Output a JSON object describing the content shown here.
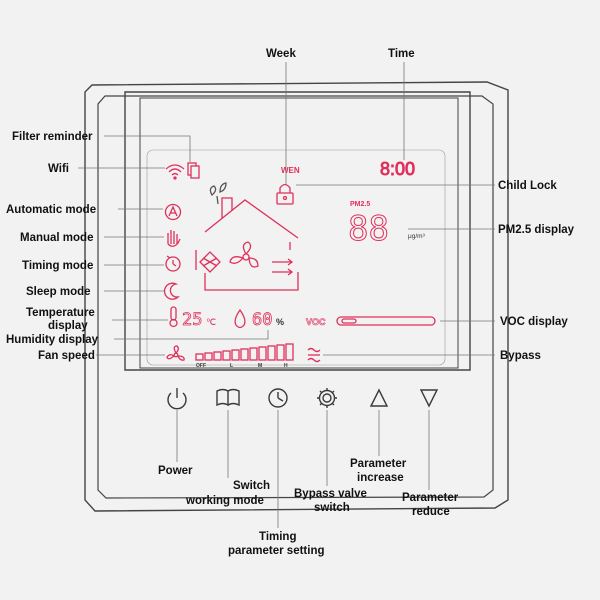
{
  "labels": {
    "week": "Week",
    "time": "Time",
    "filter_reminder": "Filter reminder",
    "wifi": "Wifi",
    "child_lock": "Child Lock",
    "automatic_mode": "Automatic mode",
    "pm25_display": "PM2.5 display",
    "manual_mode": "Manual mode",
    "timing_mode": "Timing mode",
    "sleep_mode": "Sleep mode",
    "temperature_display_1": "Temperature",
    "temperature_display_2": "display",
    "voc_display": "VOC display",
    "humidity_display": "Humidity display",
    "fan_speed": "Fan speed",
    "bypass": "Bypass",
    "power": "Power",
    "switch_mode_1": "Switch",
    "switch_mode_2": "working mode",
    "bypass_valve_1": "Bypass valve",
    "bypass_valve_2": "switch",
    "param_increase_1": "Parameter",
    "param_increase_2": "increase",
    "param_reduce_1": "Parameter",
    "param_reduce_2": "reduce",
    "timing_setting_1": "Timing",
    "timing_setting_2": "parameter setting"
  },
  "lcd": {
    "week": "WEN",
    "time": "8:00",
    "pm25_label": "PM2.5",
    "pm25_value": "88",
    "pm25_unit": "μg/m³",
    "temperature": "25",
    "temp_unit": "℃",
    "humidity": "60",
    "humidity_unit": "%",
    "voc_label": "VOC",
    "fan_off": "OFF",
    "fan_l": "L",
    "fan_m": "M",
    "fan_h": "H"
  },
  "colors": {
    "lcd_accent": "#e0305a",
    "background": "#f2f2f2"
  },
  "icons": [
    "wifi-icon",
    "filter-icon",
    "lock-icon",
    "auto-mode-icon",
    "hand-icon",
    "timer-icon",
    "moon-icon",
    "thermometer-icon",
    "droplet-icon",
    "fan-icon",
    "bypass-icon",
    "power-icon",
    "book-icon",
    "clock-icon",
    "gear-icon",
    "triangle-up-icon",
    "triangle-down-icon"
  ]
}
